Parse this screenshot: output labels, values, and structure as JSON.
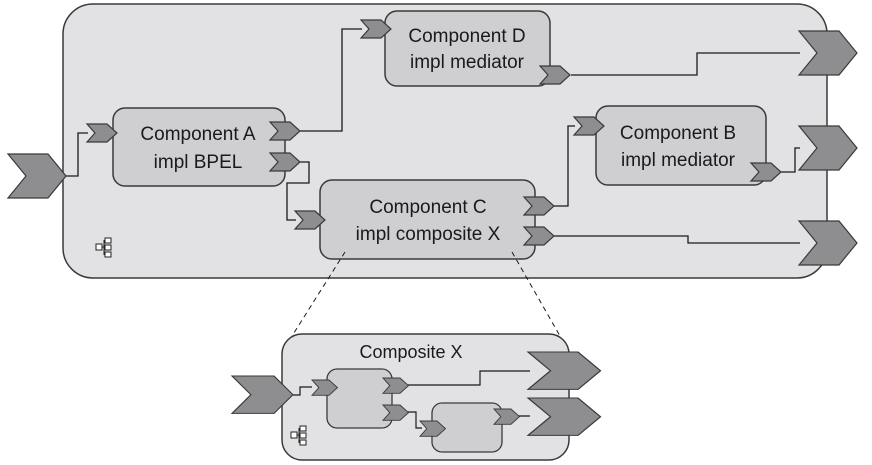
{
  "diagram": {
    "components": {
      "a": {
        "line1": "Component A",
        "line2": "impl BPEL"
      },
      "b": {
        "line1": "Component B",
        "line2": "impl mediator"
      },
      "c": {
        "line1": "Component C",
        "line2": "impl composite X"
      },
      "d": {
        "line1": "Component D",
        "line2": "impl mediator"
      }
    },
    "detail": {
      "title": "Composite X"
    },
    "icons": {
      "composite_icon": "composite-structure-icon",
      "service": "service-chevron-icon",
      "reference": "reference-chevron-icon"
    },
    "colors": {
      "composite_fill": "#e2e2e4",
      "component_fill": "#cfcfd1",
      "chevron_fill": "#8e8e90",
      "stroke": "#3a3a3a"
    }
  }
}
